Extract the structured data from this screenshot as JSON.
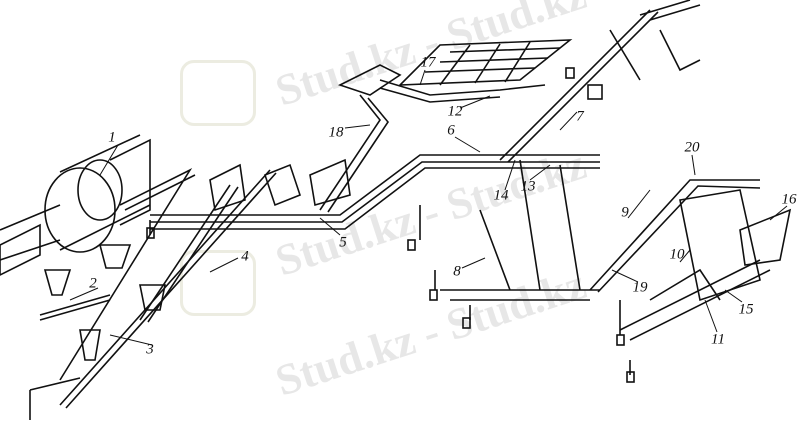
{
  "diagram": {
    "labels": [
      "1",
      "2",
      "3",
      "4",
      "5",
      "6",
      "7",
      "8",
      "9",
      "10",
      "11",
      "12",
      "13",
      "14",
      "15",
      "16",
      "17",
      "18",
      "19",
      "20"
    ],
    "watermark": "Stud.kz - Stud.kz"
  },
  "colors": {
    "line": "#111111",
    "watermark": "#aaaaaa"
  }
}
